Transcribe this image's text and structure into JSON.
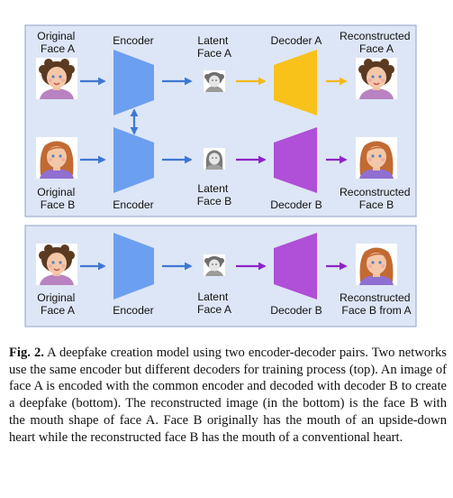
{
  "diagram": {
    "top": {
      "original_a": [
        "Original",
        "Face A"
      ],
      "encoder_top": "Encoder",
      "latent_a": [
        "Latent",
        "Face A"
      ],
      "decoder_a": "Decoder A",
      "reconstructed_a": [
        "Reconstructed",
        "Face A"
      ],
      "original_b": [
        "Original",
        "Face B"
      ],
      "encoder_bottom": "Encoder",
      "latent_b": [
        "Latent",
        "Face B"
      ],
      "decoder_b": "Decoder B",
      "reconstructed_b": [
        "Reconstructed",
        "Face B"
      ]
    },
    "bottom": {
      "original_a": [
        "Original",
        "Face A"
      ],
      "encoder": "Encoder",
      "latent_a": [
        "Latent",
        "Face A"
      ],
      "decoder_b": "Decoder B",
      "reconstructed": [
        "Reconstructed",
        "Face B from A"
      ]
    }
  },
  "caption": {
    "label": "Fig. 2.",
    "text": " A deepfake creation model using two encoder-decoder pairs. Two networks use the same encoder but different decoders for training process (top). An image of face A is encoded with the common encoder and decoded with decoder B to create a deepfake (bottom). The reconstructed image (in the bottom) is the face B with the mouth shape of face A. Face B originally has the mouth of an upside-down heart while the reconstructed face B has the mouth of a conventional heart."
  },
  "colors": {
    "panel_bg": "#dde6f6",
    "panel_border": "#8ea3c6",
    "encoder": "#6d9ff0",
    "decoder_a": "#f8c21a",
    "decoder_b": "#b04fd8",
    "arrow_blue": "#3f78d2",
    "arrow_yellow": "#f4b81c",
    "arrow_purple": "#8e25c8"
  }
}
